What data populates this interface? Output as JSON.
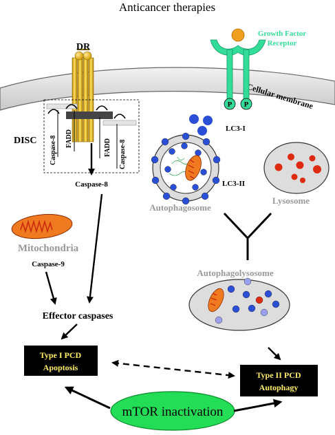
{
  "title": "Anticancer therapies",
  "receptors": {
    "dr": "DR",
    "growth_factor_line1": "Growth Factor",
    "growth_factor_line2": "Receptor",
    "phospho": "P"
  },
  "membrane_label": "Cellular membrane",
  "disc": {
    "label": "DISC",
    "caspase8_left": "Caspase-8",
    "fadd_left": "FADD",
    "fadd_right": "FADD",
    "caspase8_right": "Caspase-8",
    "output": "Caspase-8"
  },
  "autophagy": {
    "lc3_i": "LC3-I",
    "lc3_ii": "LC3-II",
    "autophagosome": "Autophagosome",
    "lysosome": "Lysosome",
    "autophagolysosome": "Autophagolysosome"
  },
  "mitochondria": {
    "label": "Mitochondria",
    "caspase9": "Caspase-9"
  },
  "effector": "Effector caspases",
  "type1": {
    "line1": "Type I PCD",
    "line2": "Apoptosis"
  },
  "type2": {
    "line1": "Type II PCD",
    "line2": "Autophagy"
  },
  "mtor": "mTOR inactivation",
  "colors": {
    "membrane": "#d9d9d9",
    "receptor_gold": "#e8b400",
    "gf_green": "#33dd99",
    "gf_ligand": "#f0a020",
    "vesicle_blue": "#2a4fd6",
    "mito_orange": "#f07a20",
    "mito_red": "#cc2a10",
    "box_black": "#000000",
    "box_text": "#ffee66",
    "mtor_green": "#22dd55",
    "grey_label": "#999999"
  }
}
